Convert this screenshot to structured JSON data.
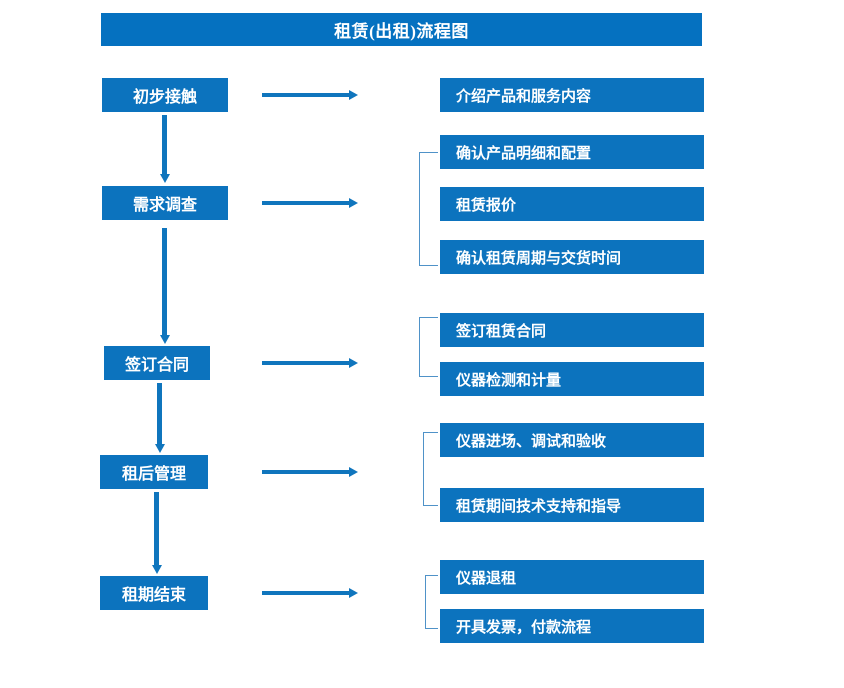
{
  "diagram": {
    "title": "租赁(出租)流程图",
    "colors": {
      "title_bar": "#0571c0",
      "box": "#0c73be",
      "arrow": "#0f75bd",
      "bracket": "#4f92c8",
      "text": "#ffffff",
      "background": "#ffffff"
    },
    "stages": [
      {
        "label": "初步接触"
      },
      {
        "label": "需求调查"
      },
      {
        "label": "签订合同"
      },
      {
        "label": "租后管理"
      },
      {
        "label": "租期结束"
      }
    ],
    "tasks": [
      {
        "label": "介绍产品和服务内容"
      },
      {
        "label": "确认产品明细和配置"
      },
      {
        "label": "租赁报价"
      },
      {
        "label": "确认租赁周期与交货时间"
      },
      {
        "label": "签订租赁合同"
      },
      {
        "label": "仪器检测和计量"
      },
      {
        "label": "仪器进场、调试和验收"
      },
      {
        "label": "租赁期间技术支持和指导"
      },
      {
        "label": "仪器退租"
      },
      {
        "label": "开具发票，付款流程"
      }
    ]
  }
}
